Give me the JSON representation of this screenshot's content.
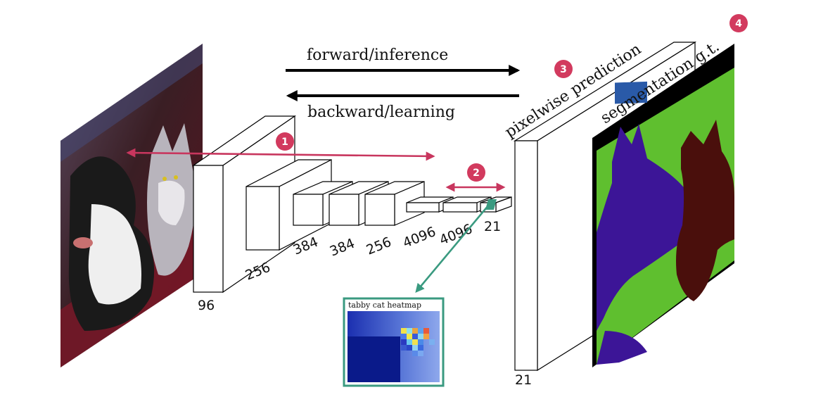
{
  "labels": {
    "forward": "forward/inference",
    "backward": "backward/learning",
    "pixelwise": "pixelwise prediction",
    "segmentation": "segmentation g.t.",
    "heatmap_title": "tabby cat heatmap"
  },
  "layers": [
    {
      "label": "96"
    },
    {
      "label": "256"
    },
    {
      "label": "384"
    },
    {
      "label": "384"
    },
    {
      "label": "256"
    },
    {
      "label": "4096"
    },
    {
      "label": "4096"
    },
    {
      "label": "21"
    }
  ],
  "output_layer_label": "21",
  "badges": [
    "1",
    "2",
    "3",
    "4"
  ],
  "colors": {
    "badge": "#d23a5e",
    "span_arrow": "#c8365e",
    "heatmap_arrow": "#3a9a80",
    "seg_green": "#5fbf2f",
    "seg_dog": "#3c1597",
    "seg_cat": "#4a0f0c",
    "seg_void": "#000000",
    "seg_blue": "#2a5aa8"
  }
}
